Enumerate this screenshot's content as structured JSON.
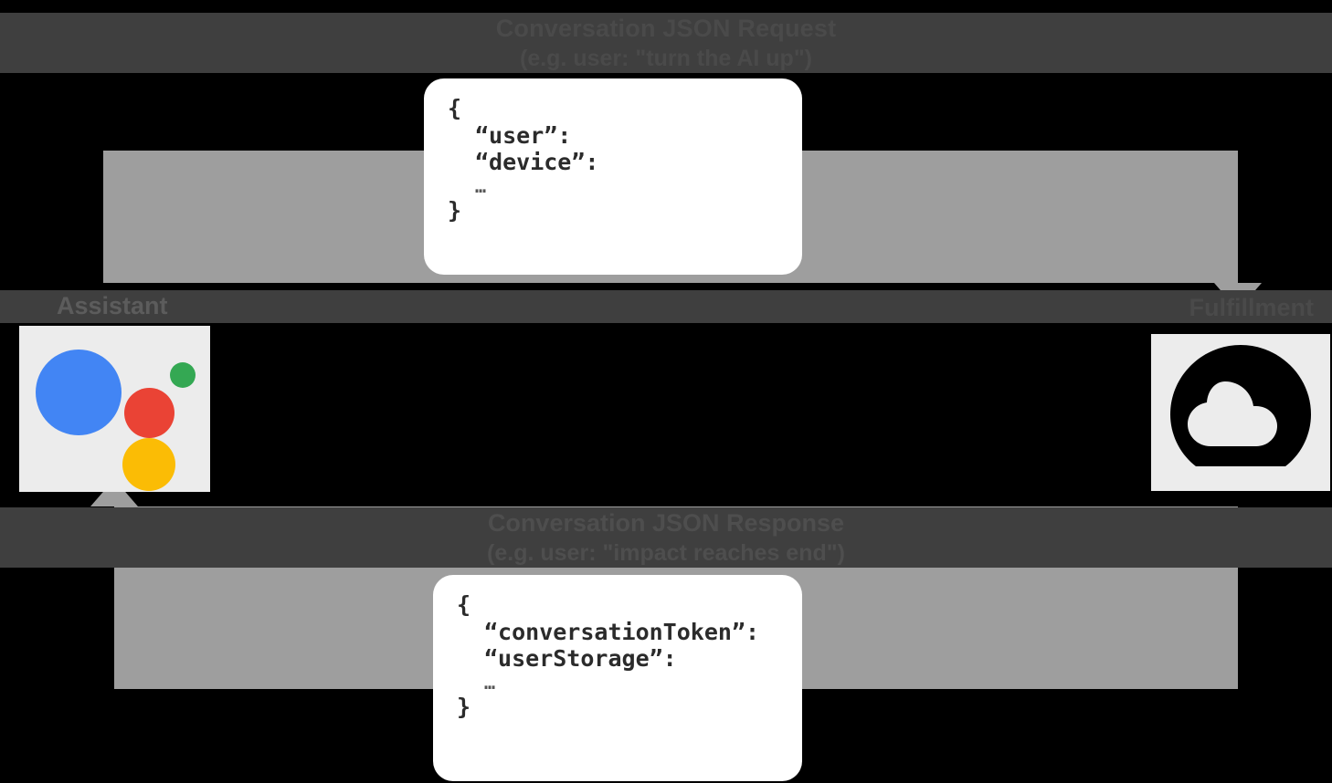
{
  "diagram": {
    "title": "Google Assistant conversation request/response flow",
    "background_color": "#000000",
    "band_color": "#9e9e9e",
    "card_color": "#ffffff",
    "tile_color": "#ececec"
  },
  "request_flow": {
    "label_line1": "Conversation JSON Request",
    "label_line2": "(e.g. user: \"turn the AI up\")",
    "direction": "assistant-to-fulfillment"
  },
  "response_flow": {
    "label_line1": "Conversation JSON Response",
    "label_line2": "(e.g. user: \"impact reaches end\")",
    "direction": "fulfillment-to-assistant"
  },
  "nodes": {
    "assistant": {
      "label": "Assistant",
      "icon": "google-assistant-icon",
      "colors": {
        "blue": "#4285F4",
        "red": "#EA4335",
        "green": "#34A853",
        "yellow": "#FBBC05"
      }
    },
    "fulfillment": {
      "label": "Fulfillment",
      "icon": "google-cloud-icon"
    }
  },
  "json_request": {
    "name": "Conversation JSON Request",
    "lines": [
      "{",
      "“user”:",
      "“device”:",
      "…",
      "}"
    ],
    "open_brace": "{",
    "key_user": "“user”:",
    "key_device": "“device”:",
    "ellipsis": "…",
    "close_brace": "}"
  },
  "json_response": {
    "name": "Conversation JSON Response",
    "lines": [
      "{",
      "“conversationToken”:",
      "“userStorage”:",
      "…",
      "}"
    ],
    "open_brace": "{",
    "key_conversation_token": "“conversationToken”:",
    "key_user_storage": "“userStorage”:",
    "ellipsis": "…",
    "close_brace": "}"
  }
}
